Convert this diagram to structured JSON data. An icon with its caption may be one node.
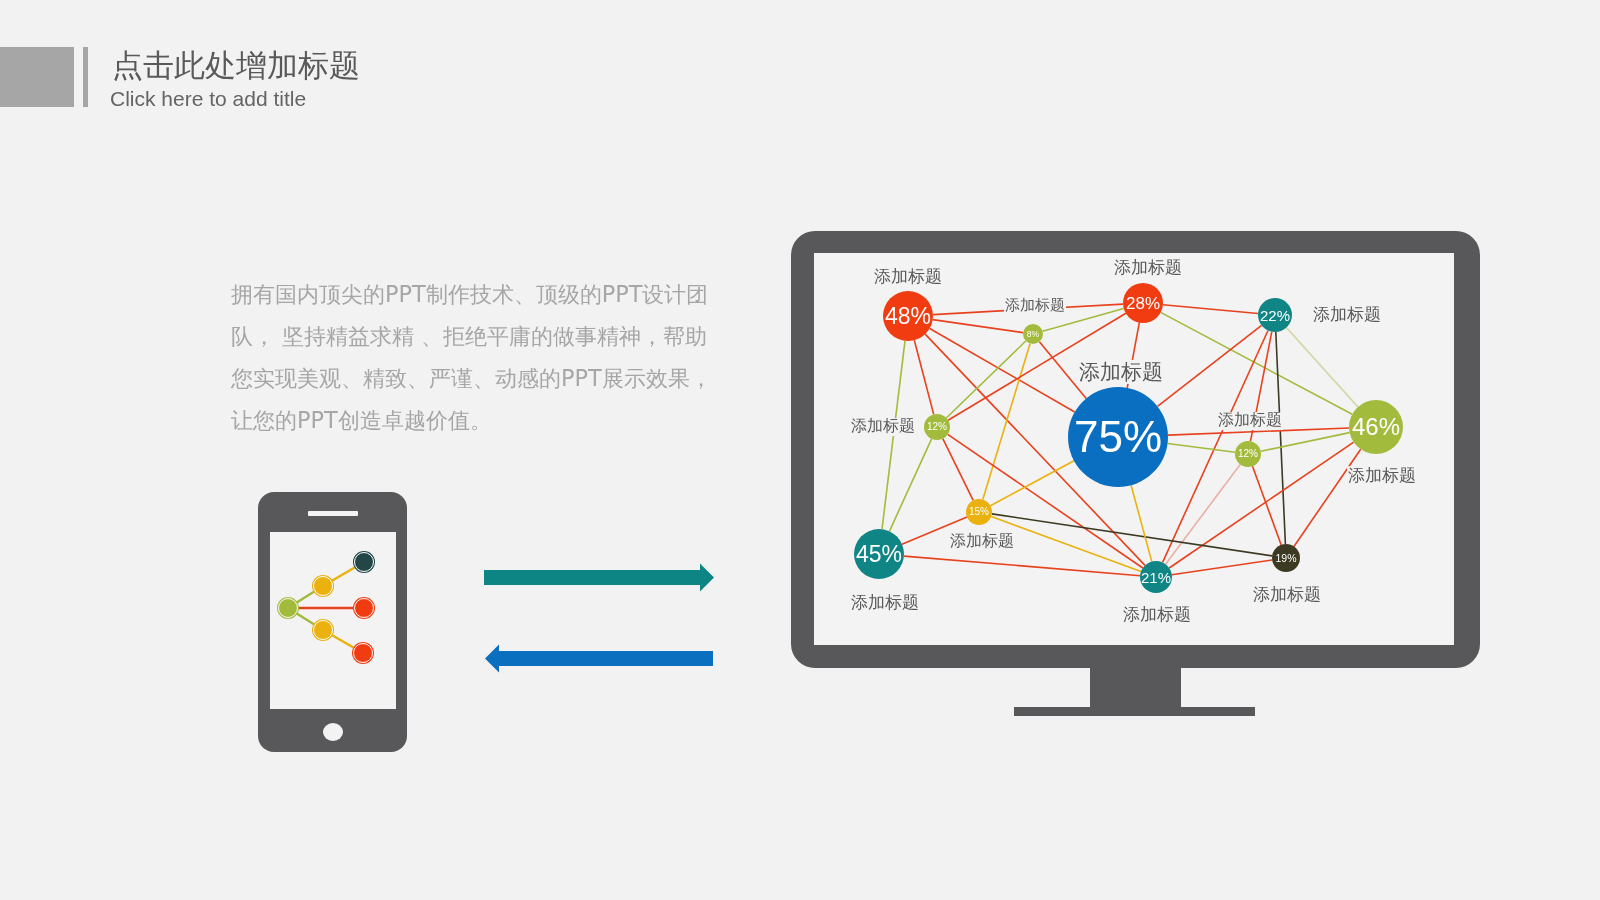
{
  "diagram": {
    "title": "点击此处增加标题",
    "nodes": [
      {
        "text": [],
        "shape": "picture"
      },
      {
        "text": [],
        "shape": "picture"
      },
      {
        "text": [
          "48%"
        ],
        "beside": [
          "添加标题"
        ],
        "in": 1
      },
      {
        "text": [
          "8%"
        ],
        "beside": [
          "添加标题"
        ],
        "in": 1
      },
      {
        "text": [
          "28%"
        ],
        "beside": [
          "添加标题"
        ],
        "in": 1
      },
      {
        "text": [
          "22%"
        ],
        "beside": [
          "添加标题"
        ],
        "in": 1
      },
      {
        "text": [
          "12%"
        ],
        "beside": [
          "添加标题"
        ],
        "in": 1
      },
      {
        "text": [
          "75%"
        ],
        "beside": [
          "添加标题"
        ],
        "in": 1
      },
      {
        "text": [
          "12%"
        ],
        "beside": [
          "添加标题"
        ],
        "in": 1
      },
      {
        "text": [
          "46%"
        ],
        "beside": [
          "添加标题"
        ],
        "in": 1
      },
      {
        "text": [
          "45%"
        ],
        "beside": [
          "添加标题"
        ],
        "in": 1
      },
      {
        "text": [
          "15%"
        ],
        "beside": [
          "添加标题"
        ],
        "in": 1
      },
      {
        "text": [
          "21%"
        ],
        "beside": [
          "添加标题"
        ],
        "in": 1
      },
      {
        "text": [
          "19%"
        ],
        "beside": [
          "添加标题"
        ],
        "in": 1
      }
    ],
    "edges": [
      {
        "from": 0,
        "to": 1,
        "arrow": "to",
        "style": "thick",
        "color": "#0e8585"
      },
      {
        "from": 1,
        "to": 0,
        "arrow": "to",
        "style": "thick",
        "color": "#0a6fbf"
      },
      {
        "from": 2,
        "to": 4,
        "arrow": "none"
      },
      {
        "from": 2,
        "to": 3,
        "arrow": "none"
      },
      {
        "from": 2,
        "to": 7,
        "arrow": "none"
      },
      {
        "from": 2,
        "to": 12,
        "arrow": "none"
      },
      {
        "from": 2,
        "to": 10,
        "arrow": "none",
        "color": "#a3bb3c"
      },
      {
        "from": 2,
        "to": 6,
        "arrow": "none"
      },
      {
        "from": 3,
        "to": 4,
        "arrow": "none",
        "color": "#a3bb3c"
      },
      {
        "from": 3,
        "to": 6,
        "arrow": "none",
        "color": "#a3bb3c"
      },
      {
        "from": 3,
        "to": 7,
        "arrow": "none"
      },
      {
        "from": 3,
        "to": 11,
        "arrow": "none",
        "color": "#ebb10f"
      },
      {
        "from": 6,
        "to": 4,
        "arrow": "none"
      },
      {
        "from": 6,
        "to": 10,
        "arrow": "none",
        "color": "#a3bb3c"
      },
      {
        "from": 6,
        "to": 11,
        "arrow": "none"
      },
      {
        "from": 6,
        "to": 12,
        "arrow": "none"
      },
      {
        "from": 4,
        "to": 7,
        "arrow": "none"
      },
      {
        "from": 4,
        "to": 5,
        "arrow": "none"
      },
      {
        "from": 4,
        "to": 9,
        "arrow": "none",
        "color": "#a3bb3c"
      },
      {
        "from": 5,
        "to": 7,
        "arrow": "none"
      },
      {
        "from": 5,
        "to": 12,
        "arrow": "none"
      },
      {
        "from": 5,
        "to": 8,
        "arrow": "none"
      },
      {
        "from": 5,
        "to": 13,
        "arrow": "none",
        "color": "#3d3a24"
      },
      {
        "from": 5,
        "to": 9,
        "arrow": "none",
        "color": "#d5d8a6"
      },
      {
        "from": 7,
        "to": 9,
        "arrow": "none"
      },
      {
        "from": 7,
        "to": 8,
        "arrow": "none",
        "color": "#a3bb3c"
      },
      {
        "from": 8,
        "to": 9,
        "arrow": "none",
        "color": "#a3bb3c"
      },
      {
        "from": 9,
        "to": 12,
        "arrow": "none"
      },
      {
        "from": 9,
        "to": 13,
        "arrow": "none"
      },
      {
        "from": 8,
        "to": 13,
        "arrow": "none"
      },
      {
        "from": 8,
        "to": 12,
        "arrow": "none",
        "color": "#eab0a4"
      },
      {
        "from": 12,
        "to": 13,
        "arrow": "none"
      },
      {
        "from": 11,
        "to": 13,
        "arrow": "none",
        "color": "#3d3a24"
      },
      {
        "from": 11,
        "to": 12,
        "arrow": "none",
        "color": "#ebb10f"
      },
      {
        "from": 11,
        "to": 7,
        "arrow": "none",
        "color": "#ebb10f"
      },
      {
        "from": 10,
        "to": 11,
        "arrow": "none"
      },
      {
        "from": 10,
        "to": 12,
        "arrow": "none"
      },
      {
        "from": 7,
        "to": 12,
        "arrow": "none",
        "color": "#ebb10f"
      }
    ],
    "labels": [
      "Click here to add title",
      "拥有国内顶尖的PPT制作技术、顶级的PPT设计团队， 坚持精益求精 、拒绝平庸的做事精神，帮助您实现美观、精致、严谨、动感的PPT展示效果，让您的PPT创造卓越价值。"
    ]
  }
}
